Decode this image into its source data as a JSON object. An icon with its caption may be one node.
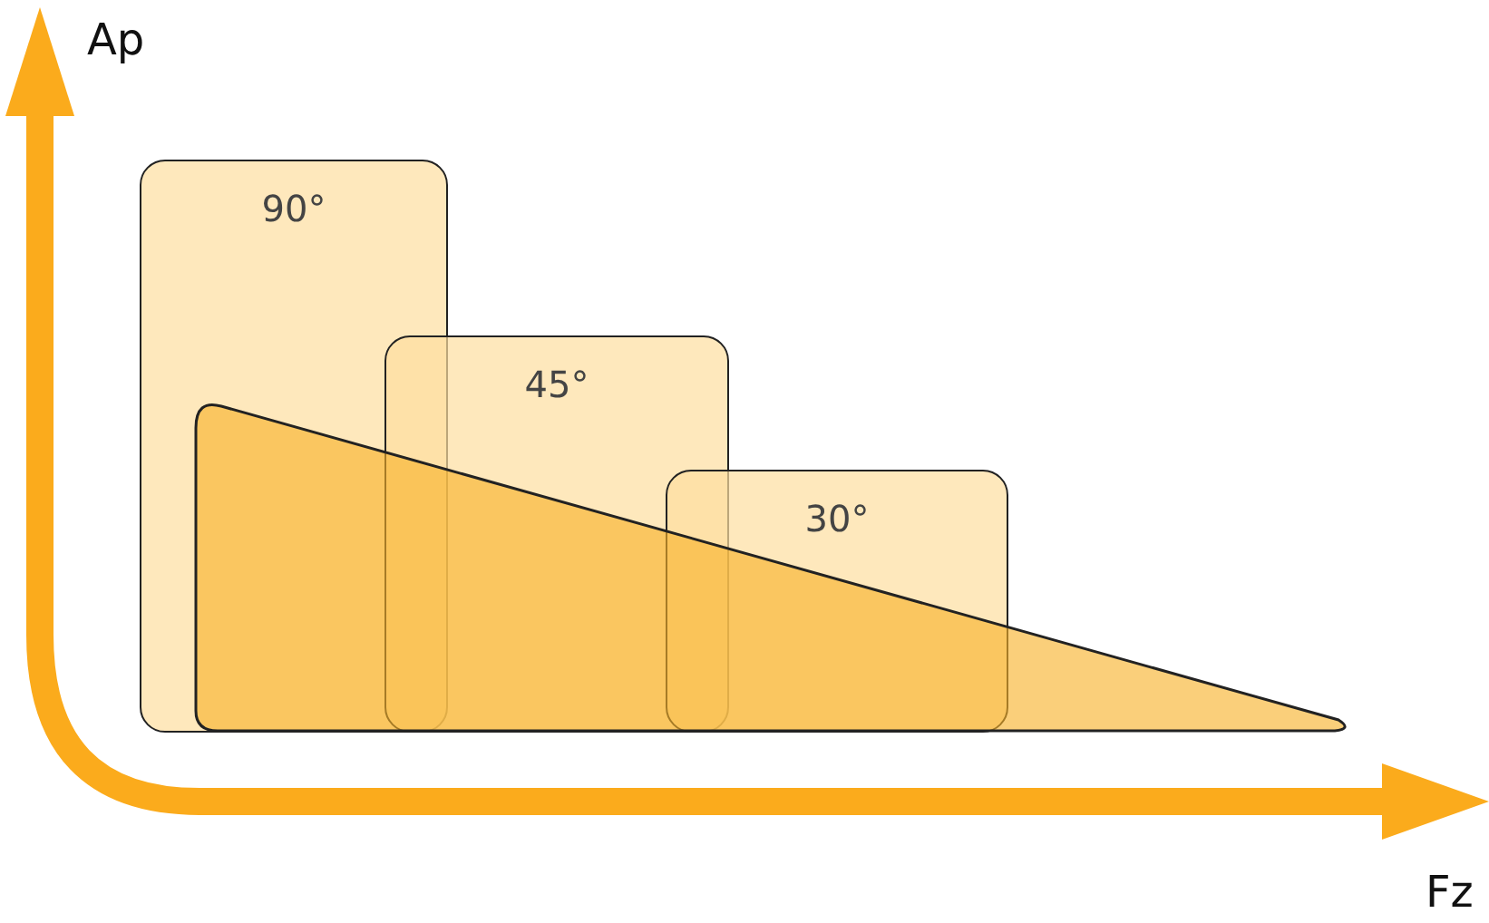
{
  "diagram": {
    "nodes": [
      {
        "text": [
          "90°"
        ]
      },
      {
        "text": [
          "45°"
        ]
      },
      {
        "text": [
          "30°"
        ]
      }
    ],
    "labels": [
      "Ap",
      "Fz"
    ]
  }
}
